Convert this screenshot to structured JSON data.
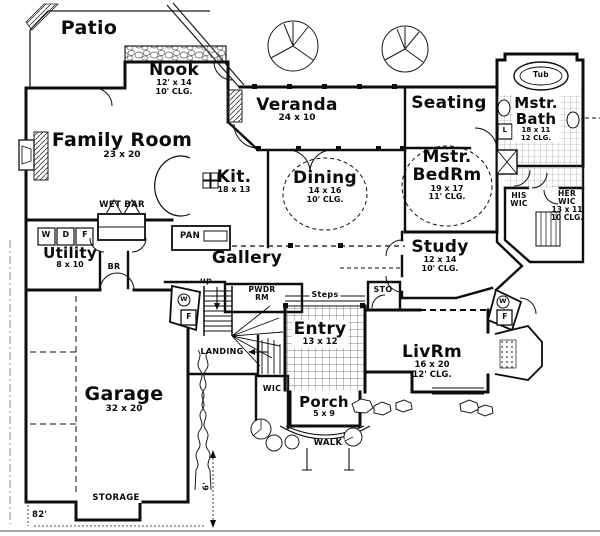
{
  "rooms": {
    "patio": {
      "name": "Patio"
    },
    "nook": {
      "name": "Nook",
      "dims": "12' x 14",
      "clg": "10' CLG."
    },
    "family_room": {
      "name": "Family Room",
      "dims": "23 x 20"
    },
    "veranda": {
      "name": "Veranda",
      "dims": "24 x 10"
    },
    "seating": {
      "name": "Seating"
    },
    "mstr_bath": {
      "name_1": "Mstr.",
      "name_2": "Bath",
      "dims": "18 x 11",
      "clg": "12 CLG."
    },
    "kitchen": {
      "name": "Kit.",
      "dims": "18 x 13"
    },
    "dining": {
      "name": "Dining",
      "dims": "14 x 16",
      "clg": "10' CLG."
    },
    "mstr_bedrm": {
      "name_1": "Mstr.",
      "name_2": "BedRm",
      "dims": "19 x 17",
      "clg": "11' CLG."
    },
    "his_wic": {
      "name_1": "HIS",
      "name_2": "WIC"
    },
    "her_wic": {
      "name_1": "HER",
      "name_2": "WIC",
      "dims": "13 x 11",
      "clg": "10 CLG."
    },
    "utility": {
      "name": "Utility",
      "dims": "8 x 10"
    },
    "study": {
      "name": "Study",
      "dims": "12 x 14",
      "clg": "10' CLG."
    },
    "gallery": {
      "name": "Gallery"
    },
    "pwdr_rm": {
      "name_1": "PWDR",
      "name_2": "RM"
    },
    "entry": {
      "name": "Entry",
      "dims": "13 x 12"
    },
    "garage": {
      "name": "Garage",
      "dims": "32 x 20"
    },
    "liv_rm": {
      "name": "LivRm",
      "dims": "16 x 20",
      "clg": "12' CLG."
    },
    "porch": {
      "name": "Porch",
      "dims": "5 x 9"
    }
  },
  "annotations": {
    "wet_bar": "WET BAR",
    "pan": "PAN",
    "br": "BR",
    "tub": "Tub",
    "linen": "L",
    "washer": "W",
    "dryer": "D",
    "freezer": "F",
    "up": "up",
    "steps": "Steps",
    "sto": "STO",
    "landing": "LANDING",
    "wic": "WIC",
    "storage": "STORAGE",
    "walk": "WALK",
    "fireplace": "F",
    "wood_box": "W"
  },
  "dimensions": {
    "front_width": "82'",
    "side_offset": "6'"
  },
  "colors": {
    "ink": "#0d0d0d",
    "paper": "#ffffff"
  }
}
